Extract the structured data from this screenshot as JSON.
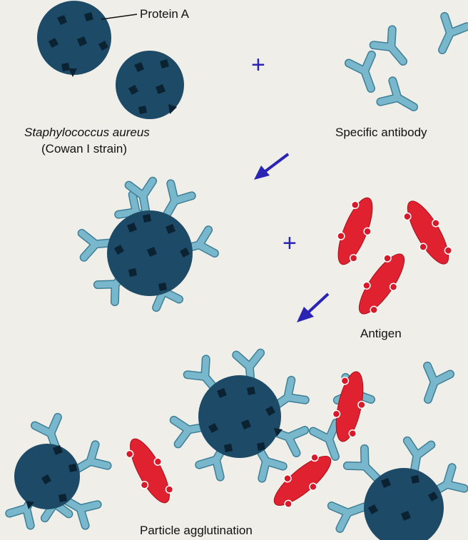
{
  "labels": {
    "protein_a": "Protein A",
    "organism_name": "Staphylococcus aureus",
    "organism_strain": "(Cowan I strain)",
    "specific_antibody": "Specific antibody",
    "antigen": "Antigen",
    "particle_agglutination": "Particle agglutination",
    "plus_1": "+",
    "plus_2": "+"
  },
  "colors": {
    "cell": "#1d4a66",
    "cell_dark": "#0b2233",
    "antibody": "#79b8cc",
    "antibody_edge": "#3f7f96",
    "antigen": "#e0212f",
    "antigen_dot": "#d8192a",
    "arrow": "#2a24b4"
  }
}
